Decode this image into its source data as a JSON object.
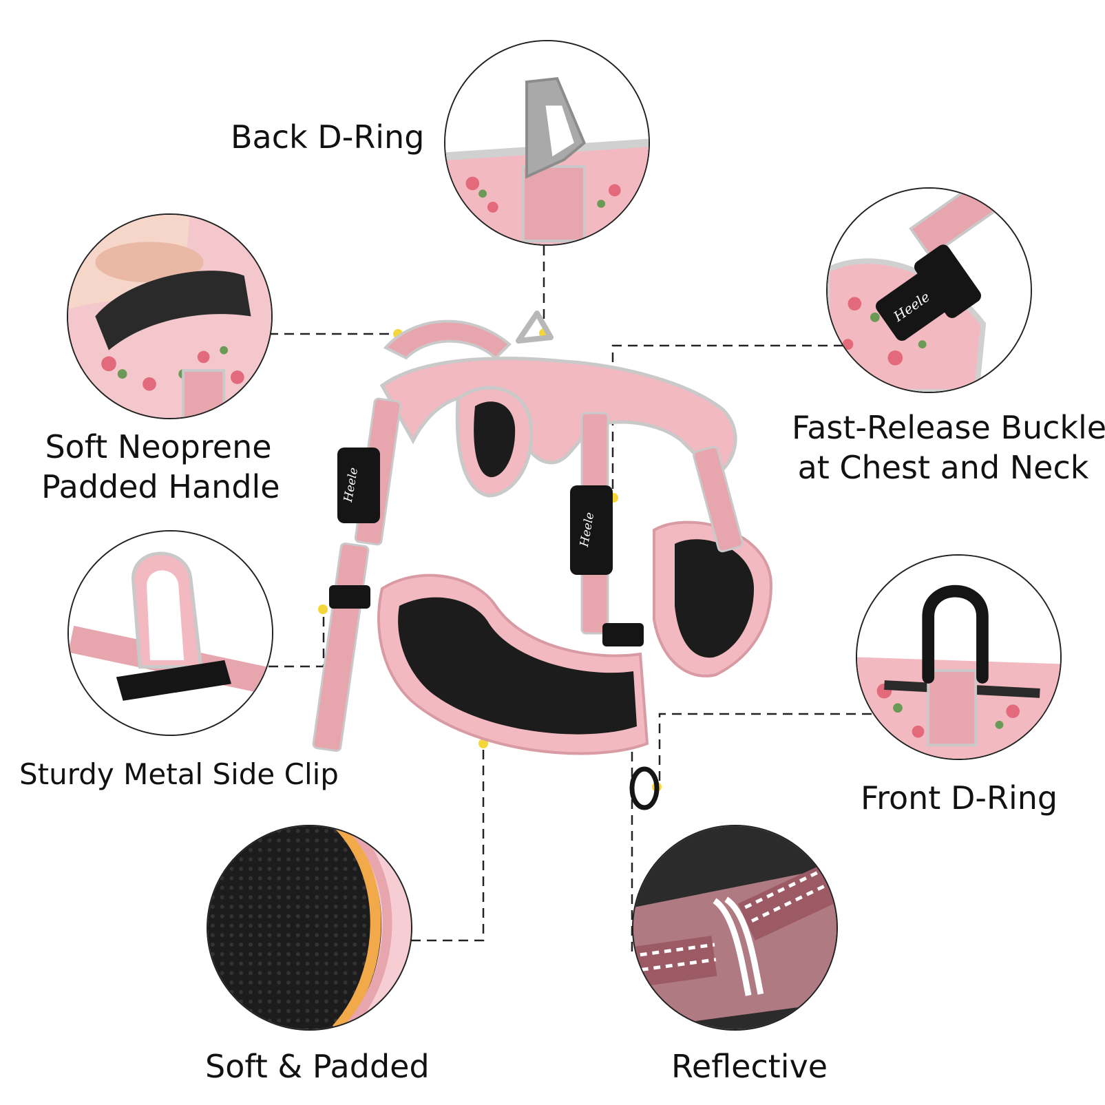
{
  "labels": {
    "back_d_ring": "Back D-Ring",
    "soft_neoprene_line1": "Soft Neoprene",
    "soft_neoprene_line2": "Padded Handle",
    "fast_release_line1": "Fast-Release Buckle",
    "fast_release_line2": "at Chest  and Neck",
    "sturdy_metal_side_clip": "Sturdy Metal Side Clip",
    "front_d_ring": "Front D-Ring",
    "soft_padded": "Soft & Padded",
    "reflective": "Reflective"
  },
  "brand_text": "Heele",
  "colors": {
    "harness_pink": "#f2b9c0",
    "strap_pink": "#e7a6ae",
    "mesh_black": "#1c1c1c",
    "reflective_gray": "#c9c9c9",
    "hardware_black": "#151515",
    "metal_silver": "#b8b8b8",
    "dot_yellow": "#f4d63a",
    "leader_line": "#222222"
  },
  "icons": [
    "back-d-ring-icon",
    "handle-icon",
    "buckle-icon",
    "side-clip-icon",
    "front-d-ring-icon",
    "padding-icon",
    "reflective-strip-icon"
  ]
}
